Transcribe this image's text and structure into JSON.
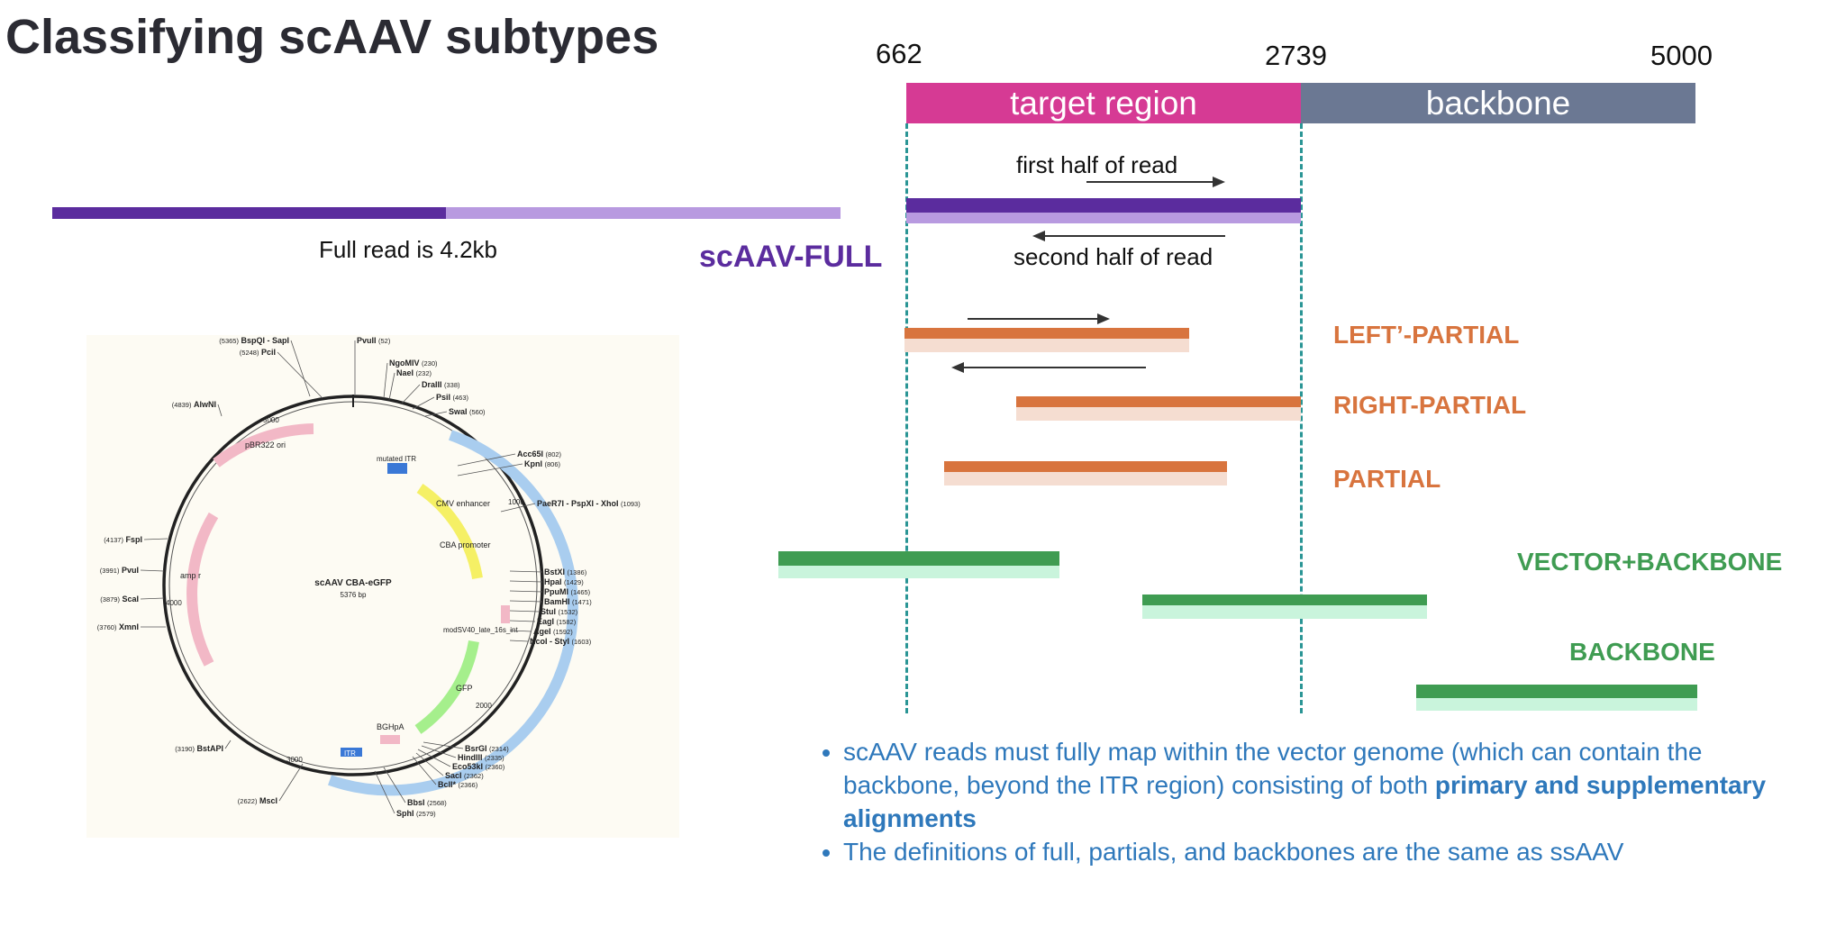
{
  "title": "Classifying scAAV subtypes",
  "coordinates": {
    "start": "662",
    "mid": "2739",
    "end": "5000"
  },
  "regions": {
    "target": "target region",
    "backbone": "backbone"
  },
  "full_read": {
    "caption": "Full read is 4.2kb"
  },
  "annotations": {
    "first_half": "first half of read",
    "second_half": "second half of read"
  },
  "categories": {
    "full": "scAAV-FULL",
    "left_partial": "LEFT’-PARTIAL",
    "right_partial": "RIGHT-PARTIAL",
    "partial": "PARTIAL",
    "vector_backbone": "VECTOR+BACKBONE",
    "backbone": "BACKBONE"
  },
  "colors": {
    "target_region": "#d63a94",
    "backbone_region": "#6b7893",
    "full_dark": "#5b2c9e",
    "full_light": "#b89ae0",
    "partial_dark": "#d8743e",
    "partial_light": "#f5ddd1",
    "backbone_dark": "#3f9c52",
    "backbone_light": "#c9f4dc",
    "dashed_line": "#2a9595",
    "bullet_text": "#2e78bb"
  },
  "bullets": {
    "b1_pre": "scAAV reads must fully map within the vector genome (which can contain the backbone, beyond the ITR region) consisting of both ",
    "b1_bold": "primary and supplementary alignments",
    "b2": "The definitions of full, partials, and backbones are the same as ssAAV",
    "marker": "•"
  },
  "plasmid": {
    "name": "scAAV CBA-eGFP",
    "size": "5376 bp",
    "ticks": {
      "t1000": "1000",
      "t2000": "2000",
      "t3000": "3000",
      "t4000": "4000",
      "t5000": "5000"
    },
    "features": {
      "ori": "pBR322 ori",
      "amp": "amp r",
      "mutated_itr": "mutated ITR",
      "cmv": "CMV enhancer",
      "cba": "CBA promoter",
      "intron": "modSV40_late_16s_int",
      "gfp": "GFP",
      "bghpa": "BGHpA",
      "itr": "ITR"
    },
    "sites_right": [
      {
        "name": "Acc65I",
        "pos": "(802)"
      },
      {
        "name": "KpnI",
        "pos": "(806)"
      },
      {
        "name": "PaeR7I - PspXI - XhoI",
        "pos": "(1093)"
      },
      {
        "name": "BstXI",
        "pos": "(1386)"
      },
      {
        "name": "HpaI",
        "pos": "(1429)"
      },
      {
        "name": "PpuMI",
        "pos": "(1465)"
      },
      {
        "name": "BamHI",
        "pos": "(1471)"
      },
      {
        "name": "StuI",
        "pos": "(1532)"
      },
      {
        "name": "EagI",
        "pos": "(1582)"
      },
      {
        "name": "AgeI",
        "pos": "(1592)"
      },
      {
        "name": "NcoI - StyI",
        "pos": "(1603)"
      }
    ],
    "sites_top": [
      {
        "name": "BspQI - SapI",
        "pos": "(5365)"
      },
      {
        "name": "PciI",
        "pos": "(5248)"
      },
      {
        "name": "PvuII",
        "pos": "(52)"
      },
      {
        "name": "NgoMIV",
        "pos": "(230)"
      },
      {
        "name": "NaeI",
        "pos": "(232)"
      },
      {
        "name": "DraIII",
        "pos": "(338)"
      },
      {
        "name": "PsiI",
        "pos": "(463)"
      },
      {
        "name": "SwaI",
        "pos": "(560)"
      }
    ],
    "sites_left": [
      {
        "name": "AlwNI",
        "pos": "(4839)"
      },
      {
        "name": "FspI",
        "pos": "(4137)"
      },
      {
        "name": "PvuI",
        "pos": "(3991)"
      },
      {
        "name": "ScaI",
        "pos": "(3879)"
      },
      {
        "name": "XmnI",
        "pos": "(3760)"
      },
      {
        "name": "BstAPI",
        "pos": "(3190)"
      },
      {
        "name": "MscI",
        "pos": "(2622)"
      }
    ],
    "sites_bottom": [
      {
        "name": "BsrGI",
        "pos": "(2314)"
      },
      {
        "name": "HindIII",
        "pos": "(2335)"
      },
      {
        "name": "Eco53kI",
        "pos": "(2360)"
      },
      {
        "name": "SacI",
        "pos": "(2362)"
      },
      {
        "name": "BclI*",
        "pos": "(2366)"
      },
      {
        "name": "BbsI",
        "pos": "(2568)"
      },
      {
        "name": "SphI",
        "pos": "(2579)"
      }
    ]
  }
}
